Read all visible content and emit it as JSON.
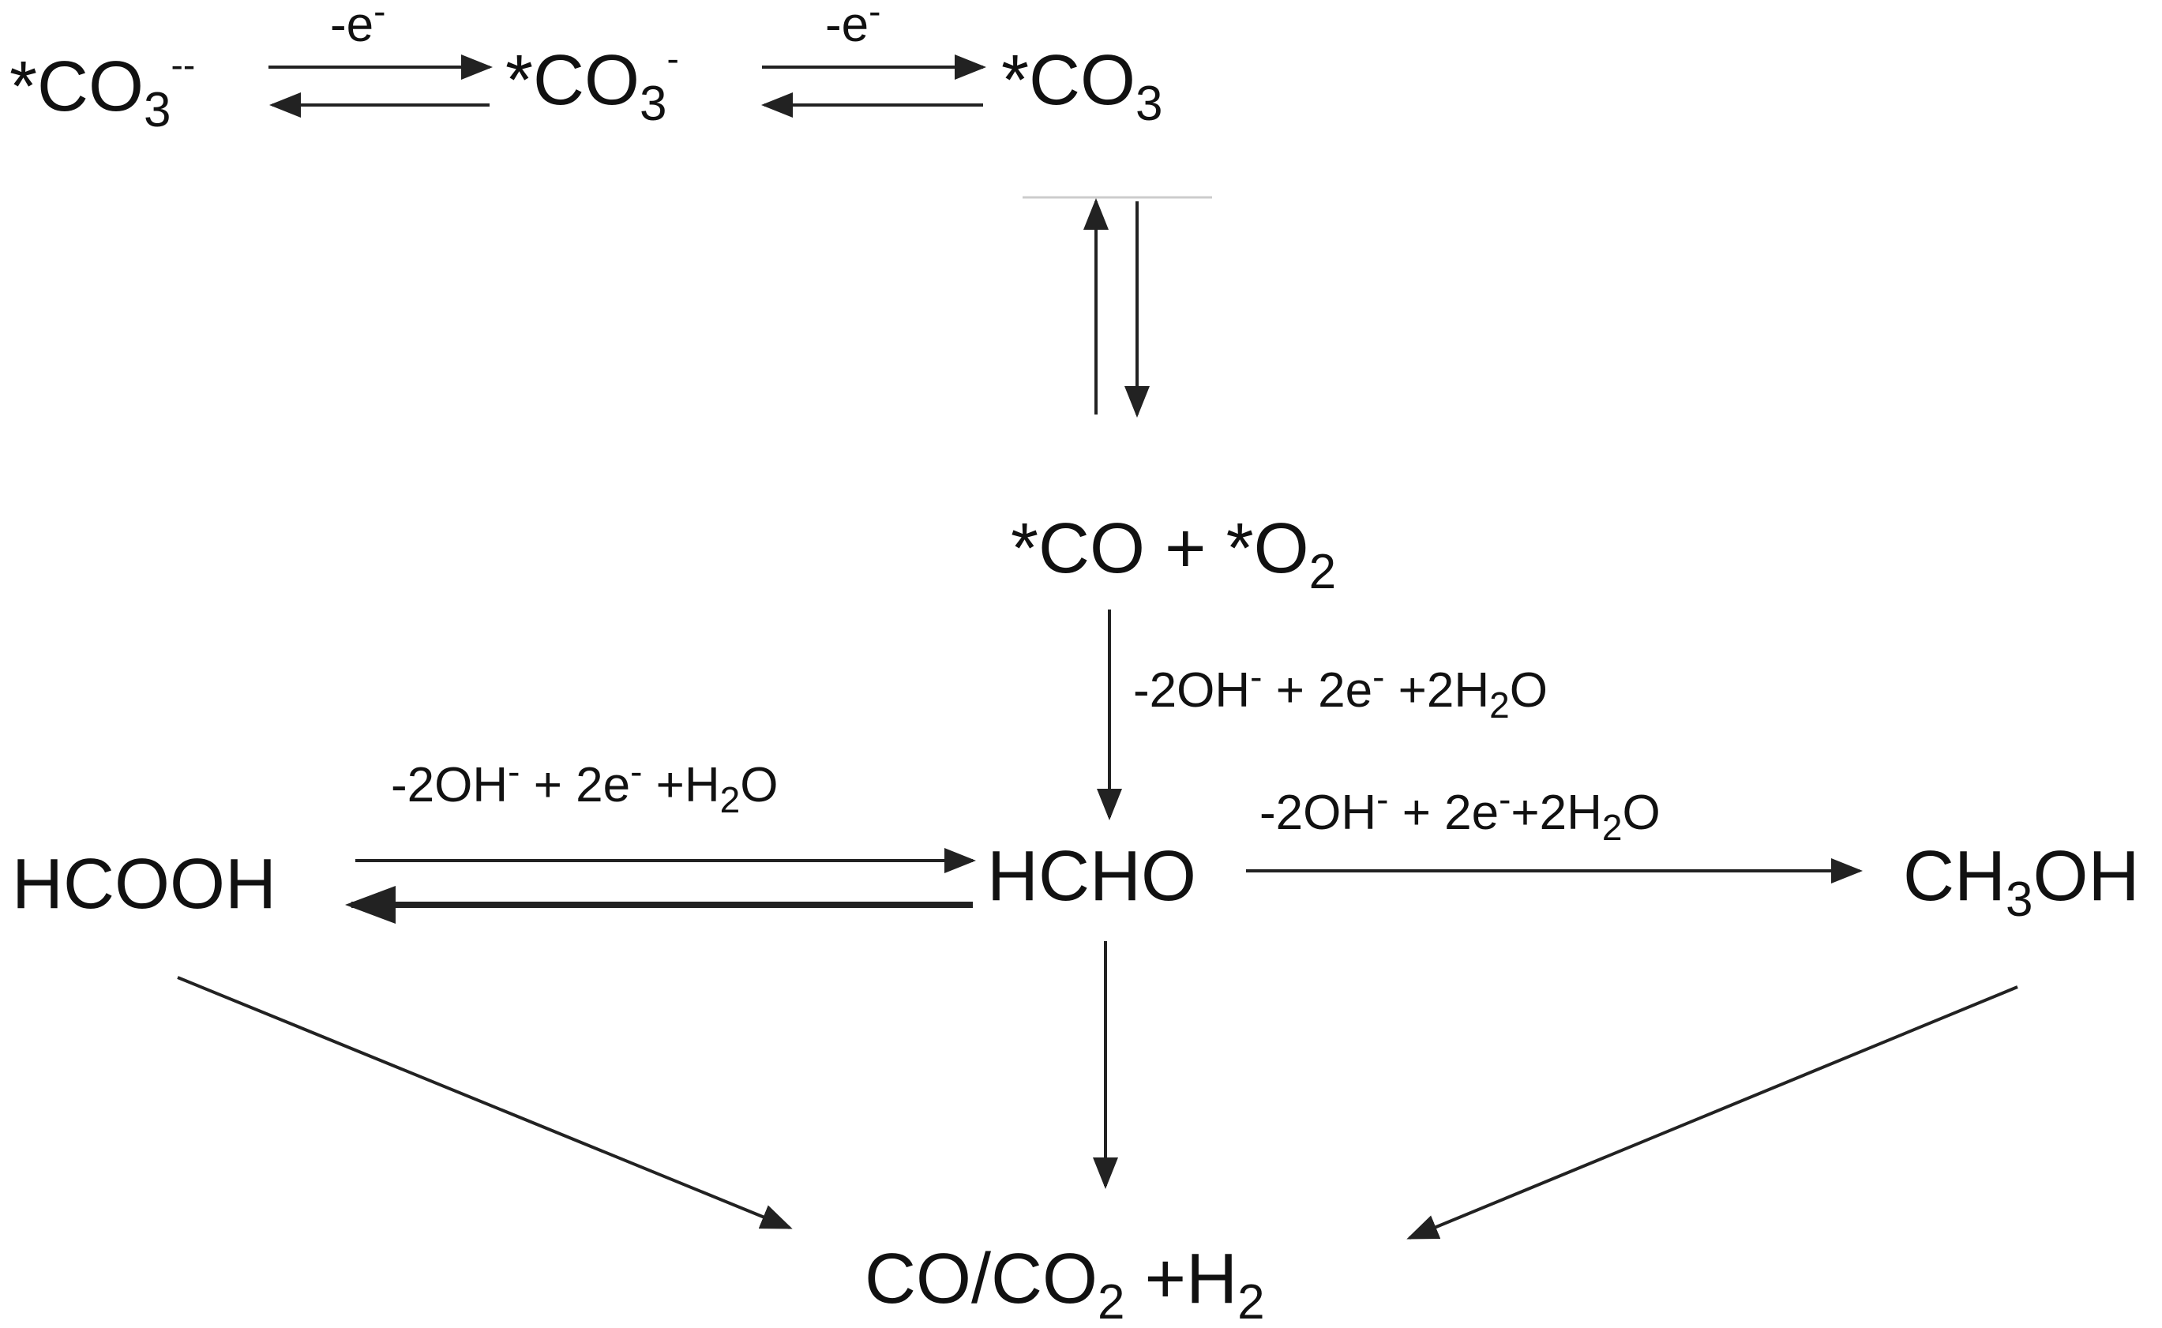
{
  "species": {
    "co3_2minus": {
      "prefix": "*CO",
      "sub": "3",
      "sup": "--"
    },
    "co3_minus": {
      "prefix": "*CO",
      "sub": "3",
      "sup": "-"
    },
    "co3": {
      "prefix": "*CO",
      "sub": "3"
    },
    "co_o2": {
      "prefix": "*CO + *O",
      "sub": "2"
    },
    "hcooh": {
      "text": "HCOOH"
    },
    "hcho": {
      "text": "HCHO"
    },
    "ch3oh": {
      "pre": "CH",
      "sub": "3",
      "post": "OH"
    },
    "final": {
      "pre": "CO/CO",
      "sub": "2",
      "mid": " +H",
      "sub2": "2"
    }
  },
  "conditions": {
    "ox1": {
      "pre": "-e",
      "sup": "-"
    },
    "ox2": {
      "pre": "-e",
      "sup": "-"
    },
    "co_to_hcho": {
      "pre": "-2OH",
      "sup": "-",
      "mid": " + 2e",
      "sup2": "-",
      "mid2": " +2H",
      "sub": "2",
      "post": "O"
    },
    "hcooh_hcho": {
      "pre": "-2OH",
      "sup": "-",
      "mid": " + 2e",
      "sup2": "-",
      "mid2": " +H",
      "sub": "2",
      "post": "O"
    },
    "hcho_ch3oh": {
      "pre": "-2OH",
      "sup": "-",
      "mid": " + 2e",
      "sup2": "-",
      "mid2": "+2H",
      "sub": "2",
      "post": "O"
    }
  }
}
